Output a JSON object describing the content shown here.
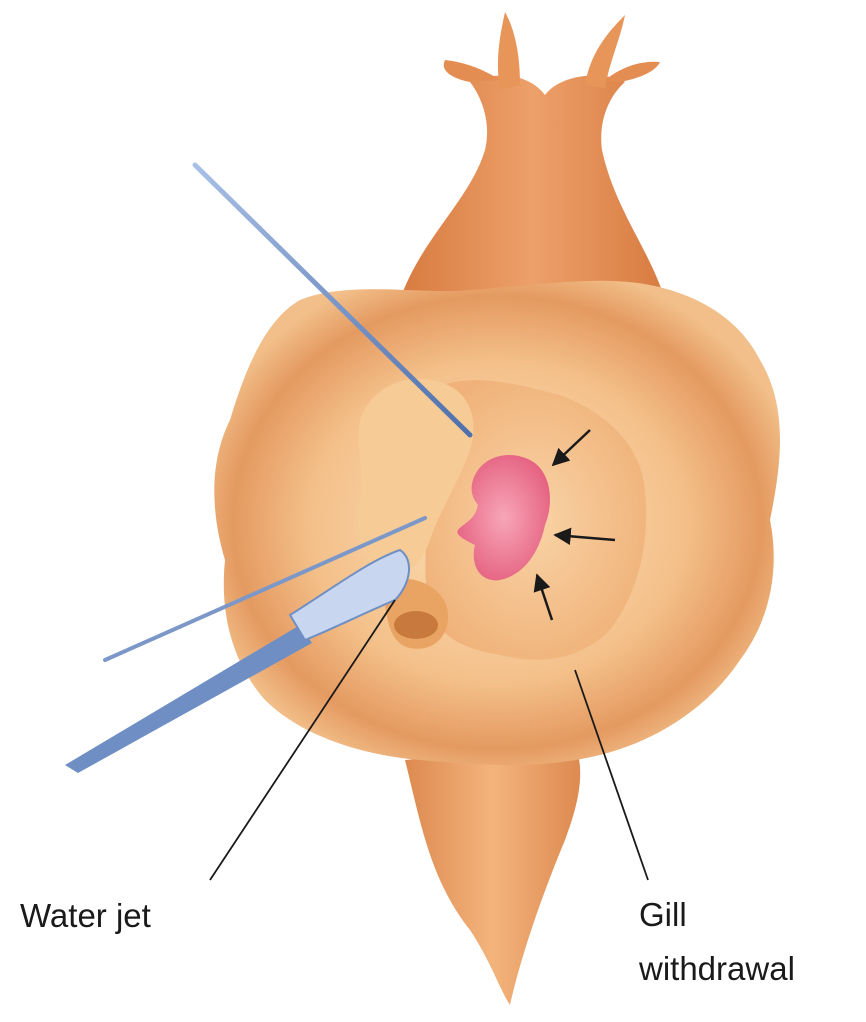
{
  "labels": {
    "water_jet": "Water jet",
    "gill_line1": "Gill",
    "gill_line2": "withdrawal"
  },
  "colors": {
    "body": "#f4c08a",
    "body_shadow": "#d8844a",
    "head": "#e79a5c",
    "gill": "#e86a86",
    "probe": "#6f8fc4",
    "leader": "#1a1a1a"
  },
  "icons": [
    "arrow-icon"
  ]
}
